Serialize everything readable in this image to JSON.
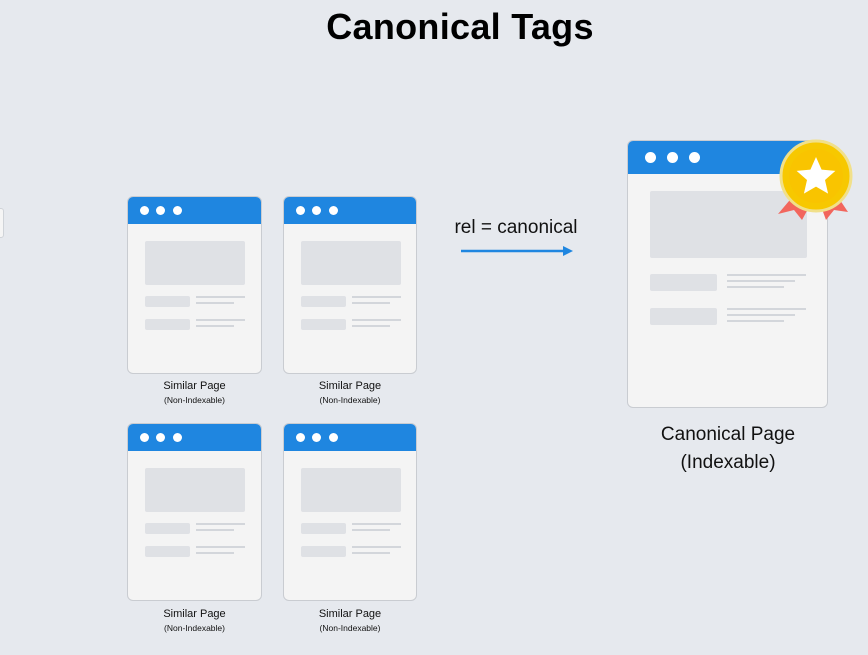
{
  "title": "Canonical Tags",
  "relation_label": "rel = canonical",
  "similar_pages": [
    {
      "name": "Similar Page",
      "status": "(Non-Indexable)"
    },
    {
      "name": "Similar Page",
      "status": "(Non-Indexable)"
    },
    {
      "name": "Similar Page",
      "status": "(Non-Indexable)"
    },
    {
      "name": "Similar Page",
      "status": "(Non-Indexable)"
    }
  ],
  "canonical_page": {
    "name": "Canonical Page",
    "status": "(Indexable)"
  },
  "icons": {
    "medal": "medal-star-icon",
    "arrow": "arrow-right-icon"
  },
  "colors": {
    "background": "#e6e9ee",
    "browser_bar": "#1f86e0",
    "page_body": "#f4f4f4",
    "medal_gold": "#f7c800",
    "ribbon": "#f2665d"
  }
}
